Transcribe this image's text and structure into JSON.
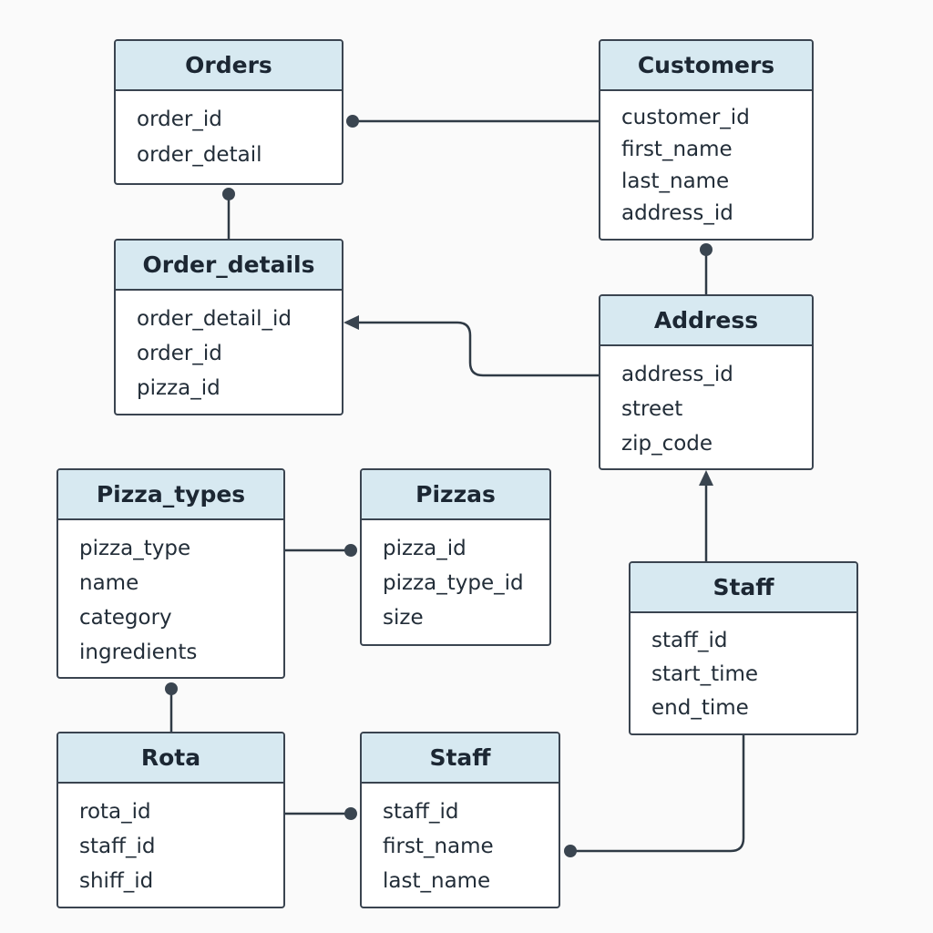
{
  "entities": {
    "orders": {
      "title": "Orders",
      "fields": [
        "order_id",
        "order_detail"
      ]
    },
    "customers": {
      "title": "Customers",
      "fields": [
        "customer_id",
        "first_name",
        "last_name",
        "address_id"
      ]
    },
    "order_details": {
      "title": "Order_details",
      "fields": [
        "order_detail_id",
        "order_id",
        "pizza_id"
      ]
    },
    "address": {
      "title": "Address",
      "fields": [
        "address_id",
        "street",
        "zip_code"
      ]
    },
    "pizza_types": {
      "title": "Pizza_types",
      "fields": [
        "pizza_type",
        "name",
        "category",
        "ingredients"
      ]
    },
    "pizzas": {
      "title": "Pizzas",
      "fields": [
        "pizza_id",
        "pizza_type_id",
        "size"
      ]
    },
    "staff_shift": {
      "title": "Staff",
      "fields": [
        "staff_id",
        "start_time",
        "end_time"
      ]
    },
    "rota": {
      "title": "Rota",
      "fields": [
        "rota_id",
        "staff_id",
        "shiff_id"
      ]
    },
    "staff": {
      "title": "Staff",
      "fields": [
        "staff_id",
        "first_name",
        "last_name"
      ]
    }
  },
  "relationships": [
    {
      "from": "customers",
      "to": "orders",
      "end_marker": "dot"
    },
    {
      "from": "order_details",
      "to": "orders",
      "end_marker": "dot"
    },
    {
      "from": "address",
      "to": "customers",
      "end_marker": "dot"
    },
    {
      "from": "address",
      "to": "order_details",
      "end_marker": "arrow"
    },
    {
      "from": "staff_shift",
      "to": "address",
      "end_marker": "arrow"
    },
    {
      "from": "pizza_types",
      "to": "pizzas",
      "end_marker": "dot"
    },
    {
      "from": "rota",
      "to": "pizza_types",
      "end_marker": "dot"
    },
    {
      "from": "rota",
      "to": "staff",
      "end_marker": "dot"
    },
    {
      "from": "staff_shift",
      "to": "staff",
      "end_marker": "dot"
    }
  ]
}
